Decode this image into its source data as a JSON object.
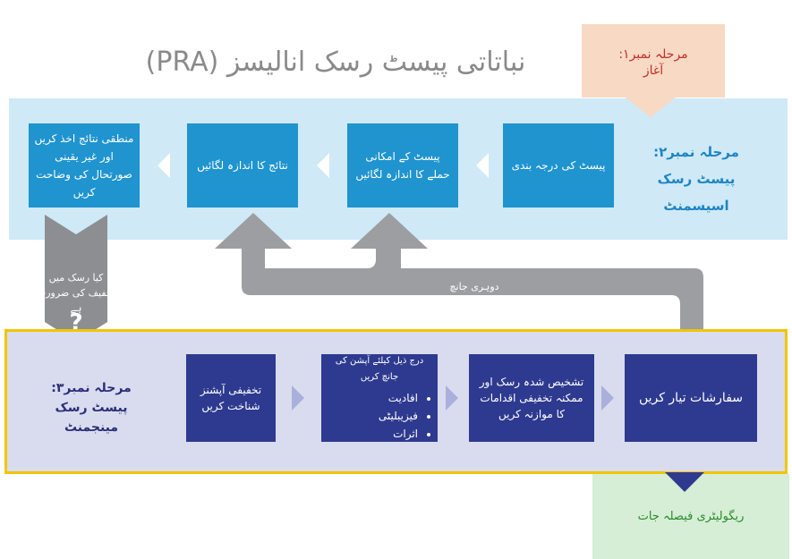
{
  "title": "نباتاتی پیسٹ رسک انالیسز (PRA)",
  "stage1": {
    "line1": "مرحلہ نمبر۱:",
    "line2": "آغاز"
  },
  "stage2": {
    "line1": "مرحلہ نمبر۲:",
    "line2": "پیسٹ رسک",
    "line3": "اسیسمنٹ"
  },
  "stage2_boxes": {
    "categorize": "پیسٹ کی درجہ بندی",
    "entry_estimate": "پیسٹ کے امکانی حملے کا اندازہ لگائیں",
    "consequence_estimate": "نتائج کا اندازہ لگائیں",
    "conclude": "منطقی نتائج اخذ کریں اور غیر یقینی صورتحال کی وضاحت کریں"
  },
  "double_check": "دوہری جانچ",
  "risk_question": {
    "text": "کیا رسک میں تخفیف کی ضرورت ہے",
    "mark": "?"
  },
  "stage3": {
    "line1": "مرحلہ نمبر۳:",
    "line2": "پیسٹ رسک",
    "line3": "مینجمنٹ"
  },
  "stage3_boxes": {
    "recommend": "سفارشات تیار کریں",
    "compare": "تشخیص شدہ رسک اور ممکنہ تخفیفی اقدامات کا موازنہ کریں",
    "evaluate_title": "درج ذیل کیلئے آپشن کی جانچ کریں",
    "evaluate_items": [
      "افادیت",
      "فیزیبلیٹی",
      "اثرات"
    ],
    "identify": "تخفیفی آپشنز شناخت کریں"
  },
  "regulatory": "ریگولیٹری فیصلہ جات",
  "colors": {
    "stage2_band": "#cfe9f6",
    "stage2_box": "#1f94cf",
    "stage3_band": "#d9dcee",
    "stage3_box": "#2e3a8f",
    "stage3_border": "#f2c500",
    "arrow_gray": "#9d9ea2"
  }
}
